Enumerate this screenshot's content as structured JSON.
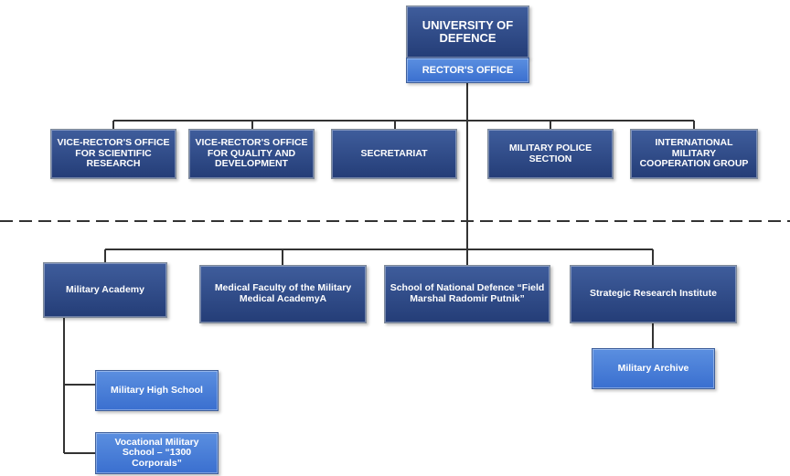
{
  "university": "UNIVERSITY OF DEFENCE",
  "rectors_office": "RECTOR'S OFFICE",
  "staff_units": [
    "VICE-RECTOR'S OFFICE FOR SCIENTIFIC RESEARCH",
    "VICE-RECTOR'S OFFICE FOR QUALITY AND DEVELOPMENT",
    "SECRETARIAT",
    "MILITARY POLICE SECTION",
    "INTERNATIONAL MILITARY COOPERATION GROUP"
  ],
  "institutions": [
    "Military Academy",
    "Medical Faculty of the Military Medical AcademyA",
    "School of National Defence “Field Marshal Radomir Putnik”",
    "Strategic Research Institute"
  ],
  "academy_units": [
    "Military High School",
    "Vocational Military School – “1300 Corporals”"
  ],
  "institute_units": [
    "Military Archive"
  ]
}
